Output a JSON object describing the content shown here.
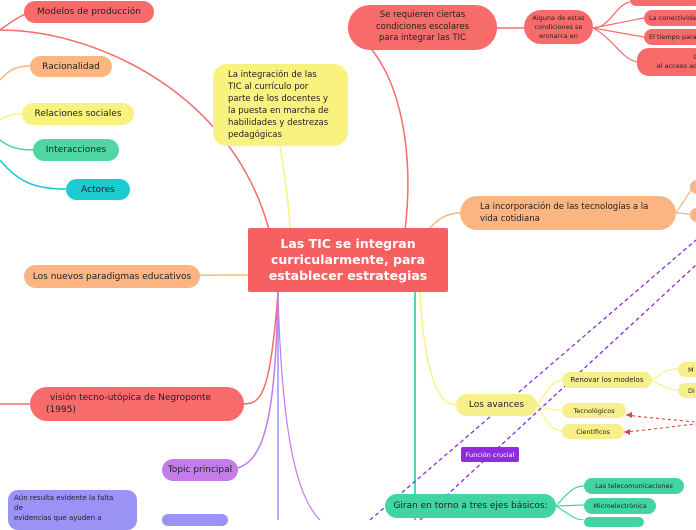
{
  "center": {
    "line1": "Las TIC se integran",
    "line2": "curricularmente, para",
    "line3": "establecer estrategias"
  },
  "left": {
    "modelos": "Modelos de producción",
    "racionalidad": "Racionalidad",
    "relaciones": "Relaciones sociales",
    "interacciones": "Interacciones",
    "actores": "Actores",
    "paradigmas": "Los nuevos paradigmas educativos",
    "negroponte_line1": "visión tecno-utópica de Negroponte",
    "negroponte_line2": "(1995)",
    "topic": "Topic principal",
    "evidencias_line1": "Aún resulta evidente la falta",
    "evidencias_line2": "de",
    "evidencias_line3": "evidencias que ayuden a"
  },
  "note": {
    "line1": "La integración de las",
    "line2": "TIC al currículo por",
    "line3": "parte de los docentes y",
    "line4": "la puesta en marcha de",
    "line5": "habilidades y destrezas",
    "line6": "pedagógicas"
  },
  "right": {
    "condiciones_line1": "Se requieren ciertas",
    "condiciones_line2": "condiciones escolares",
    "condiciones_line3": "para integrar las TIC",
    "enmarca_line1": "Alguna de estas",
    "enmarca_line2": "condiciones se",
    "enmarca_line3": "enmarca en",
    "cond_items": [
      "La conectivida",
      "El tiempo para",
      "G",
      "el acceso ade"
    ],
    "incorporacion_line1": "La incorporación de las tecnologías a la",
    "incorporacion_line2": "vida cotidiana",
    "avances": "Los avances",
    "renovar": "Renovar los modelos",
    "renovar_children": [
      "M",
      "Di"
    ],
    "tecnologicos": "Tecnológicos",
    "cientificos": "Científicos",
    "funcion": "Función crucial",
    "ejes": "Giran en torno a tres ejes básicos:",
    "ejes_children": [
      "Las telecomunicaciones",
      "Microelectrónica"
    ]
  }
}
